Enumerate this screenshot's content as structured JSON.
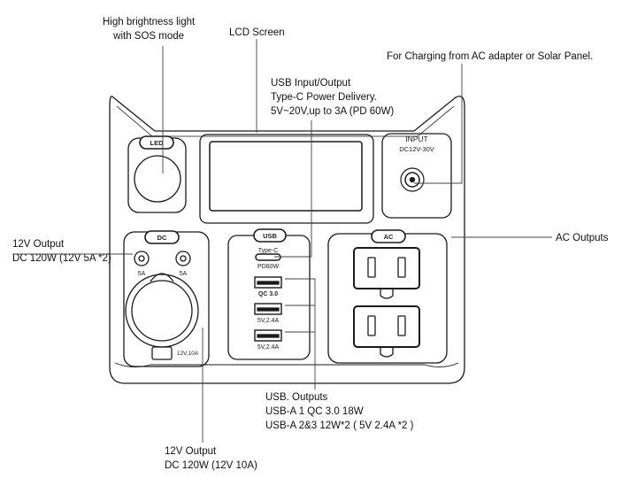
{
  "callouts": {
    "light": [
      "High brightness light",
      "with SOS mode"
    ],
    "lcd": "LCD Screen",
    "usb_io": [
      "USB Input/Output",
      "Type-C Power Delivery.",
      "5V~20V,up to 3A (PD 60W)"
    ],
    "charging": "For Charging from AC adapter or Solar Panel.",
    "dc_left": [
      "12V Output",
      "DC 120W (12V 5A *2)"
    ],
    "ac_outputs": "AC Outputs",
    "usb_outputs": [
      "USB. Outputs",
      "USB-A 1 QC 3.0 18W",
      "USB-A 2&3  12W*2 ( 5V 2.4A *2 )"
    ],
    "dc_bottom": [
      "12V Output",
      "DC 120W (12V 10A)"
    ]
  },
  "panel": {
    "led_button": "LED",
    "input_title": "INPUT",
    "input_range": "DC12V-30V",
    "dc_button": "DC",
    "dc_port_left": "5A",
    "dc_port_right": "5A",
    "car_socket_rating": "12V,10A",
    "usb_button": "USB",
    "typec_label": "Type-C",
    "typec_rating": "PD60W",
    "usb_port_1": "QC 3.0",
    "usb_port_2": "5V,2.4A",
    "usb_port_3": "5V,2.4A",
    "ac_button": "AC"
  }
}
